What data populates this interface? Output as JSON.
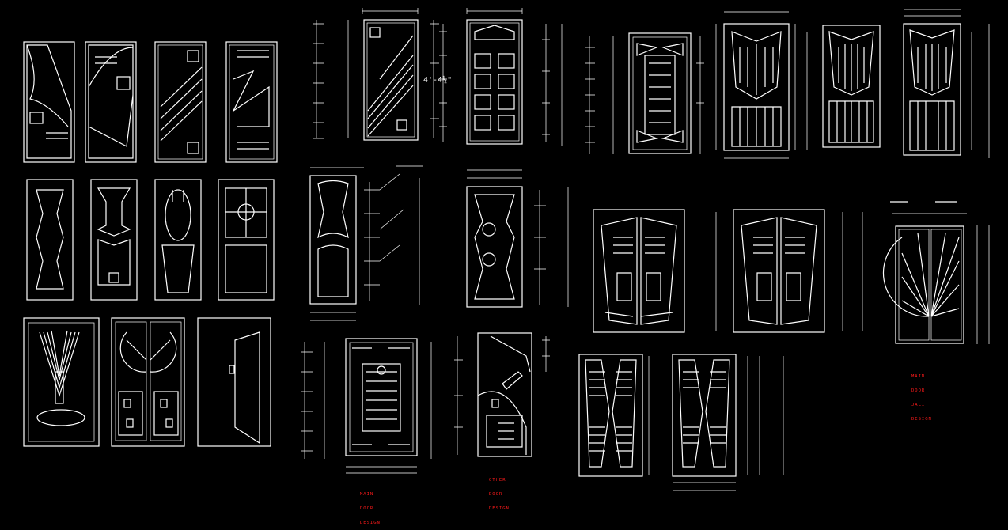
{
  "labels": {
    "main_door": [
      "MAIN",
      "DOOR",
      "DESIGN"
    ],
    "other_door": [
      "OTHER",
      "DOOR",
      "DESIGN"
    ],
    "main_door_jali": [
      "MAIN",
      "DOOR",
      "JALI",
      "DESIGN"
    ]
  },
  "dimension": "4'-4½\"",
  "colors": {
    "background": "#000000",
    "linework": "#ffffff",
    "annotation": "#ff1a1a"
  }
}
